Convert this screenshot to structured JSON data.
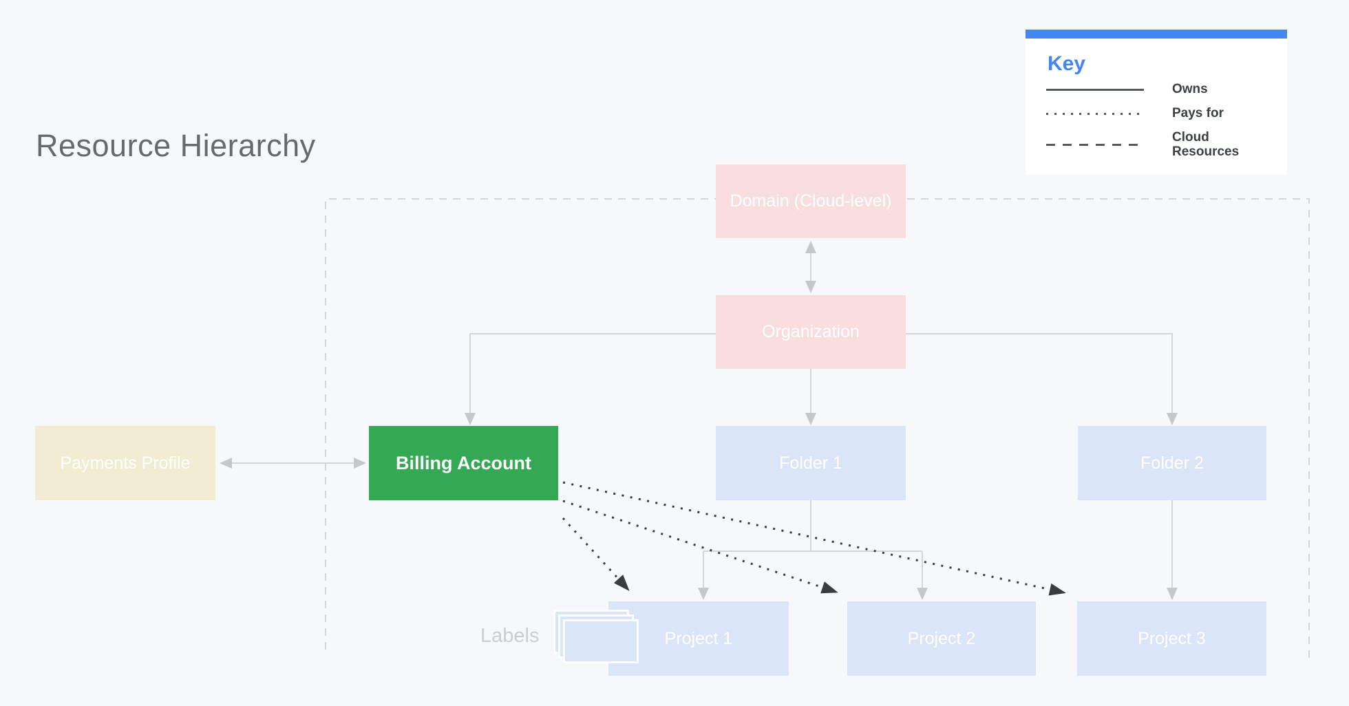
{
  "page": {
    "title": "Resource Hierarchy",
    "background_color": "#f7f8fa"
  },
  "key": {
    "title": "Key",
    "accent_color": "#4285f4",
    "items": [
      {
        "line_style": "solid",
        "label": "Owns"
      },
      {
        "line_style": "dotted",
        "label": "Pays for"
      },
      {
        "line_style": "dashed",
        "label": "Cloud Resources"
      }
    ]
  },
  "diagram": {
    "labels_caption": "Labels",
    "colors": {
      "domain_org": "#f8dedd",
      "payments_profile": "#f2ecd2",
      "billing_account": "#34a853",
      "folders_projects": "#dbe5f8",
      "owns_connector": "#d3d5d7",
      "pays_for_connector": "#393d40",
      "cloud_boundary": "#d3d7db"
    },
    "nodes": {
      "domain": {
        "label": "Domain (Cloud-level)",
        "color": "#f8dedd"
      },
      "organization": {
        "label": "Organization",
        "color": "#f8dedd"
      },
      "payments_profile": {
        "label": "Payments Profile",
        "color": "#f2ecd2"
      },
      "billing_account": {
        "label": "Billing Account",
        "color": "#34a853"
      },
      "folder1": {
        "label": "Folder 1",
        "color": "#dbe5f8"
      },
      "folder2": {
        "label": "Folder 2",
        "color": "#dbe5f8"
      },
      "project1": {
        "label": "Project 1",
        "color": "#dbe5f8"
      },
      "project2": {
        "label": "Project 2",
        "color": "#dbe5f8"
      },
      "project3": {
        "label": "Project 3",
        "color": "#dbe5f8"
      }
    },
    "edges": [
      {
        "from": "domain",
        "to": "organization",
        "type": "owns",
        "bidirectional": true
      },
      {
        "from": "organization",
        "to": "billing_account",
        "type": "owns",
        "bidirectional": false
      },
      {
        "from": "organization",
        "to": "folder1",
        "type": "owns",
        "bidirectional": false
      },
      {
        "from": "organization",
        "to": "folder2",
        "type": "owns",
        "bidirectional": false
      },
      {
        "from": "folder1",
        "to": "project1",
        "type": "owns",
        "bidirectional": false
      },
      {
        "from": "folder1",
        "to": "project2",
        "type": "owns",
        "bidirectional": false
      },
      {
        "from": "folder2",
        "to": "project3",
        "type": "owns",
        "bidirectional": false
      },
      {
        "from": "payments_profile",
        "to": "billing_account",
        "type": "owns",
        "bidirectional": true
      },
      {
        "from": "billing_account",
        "to": "project1",
        "type": "pays_for",
        "bidirectional": false
      },
      {
        "from": "billing_account",
        "to": "project2",
        "type": "pays_for",
        "bidirectional": false
      },
      {
        "from": "billing_account",
        "to": "project3",
        "type": "pays_for",
        "bidirectional": false
      }
    ],
    "cloud_resources_boundary": {
      "style": "dashed",
      "encloses": [
        "domain",
        "organization",
        "billing_account",
        "folder1",
        "folder2",
        "project1",
        "project2",
        "project3"
      ]
    }
  }
}
